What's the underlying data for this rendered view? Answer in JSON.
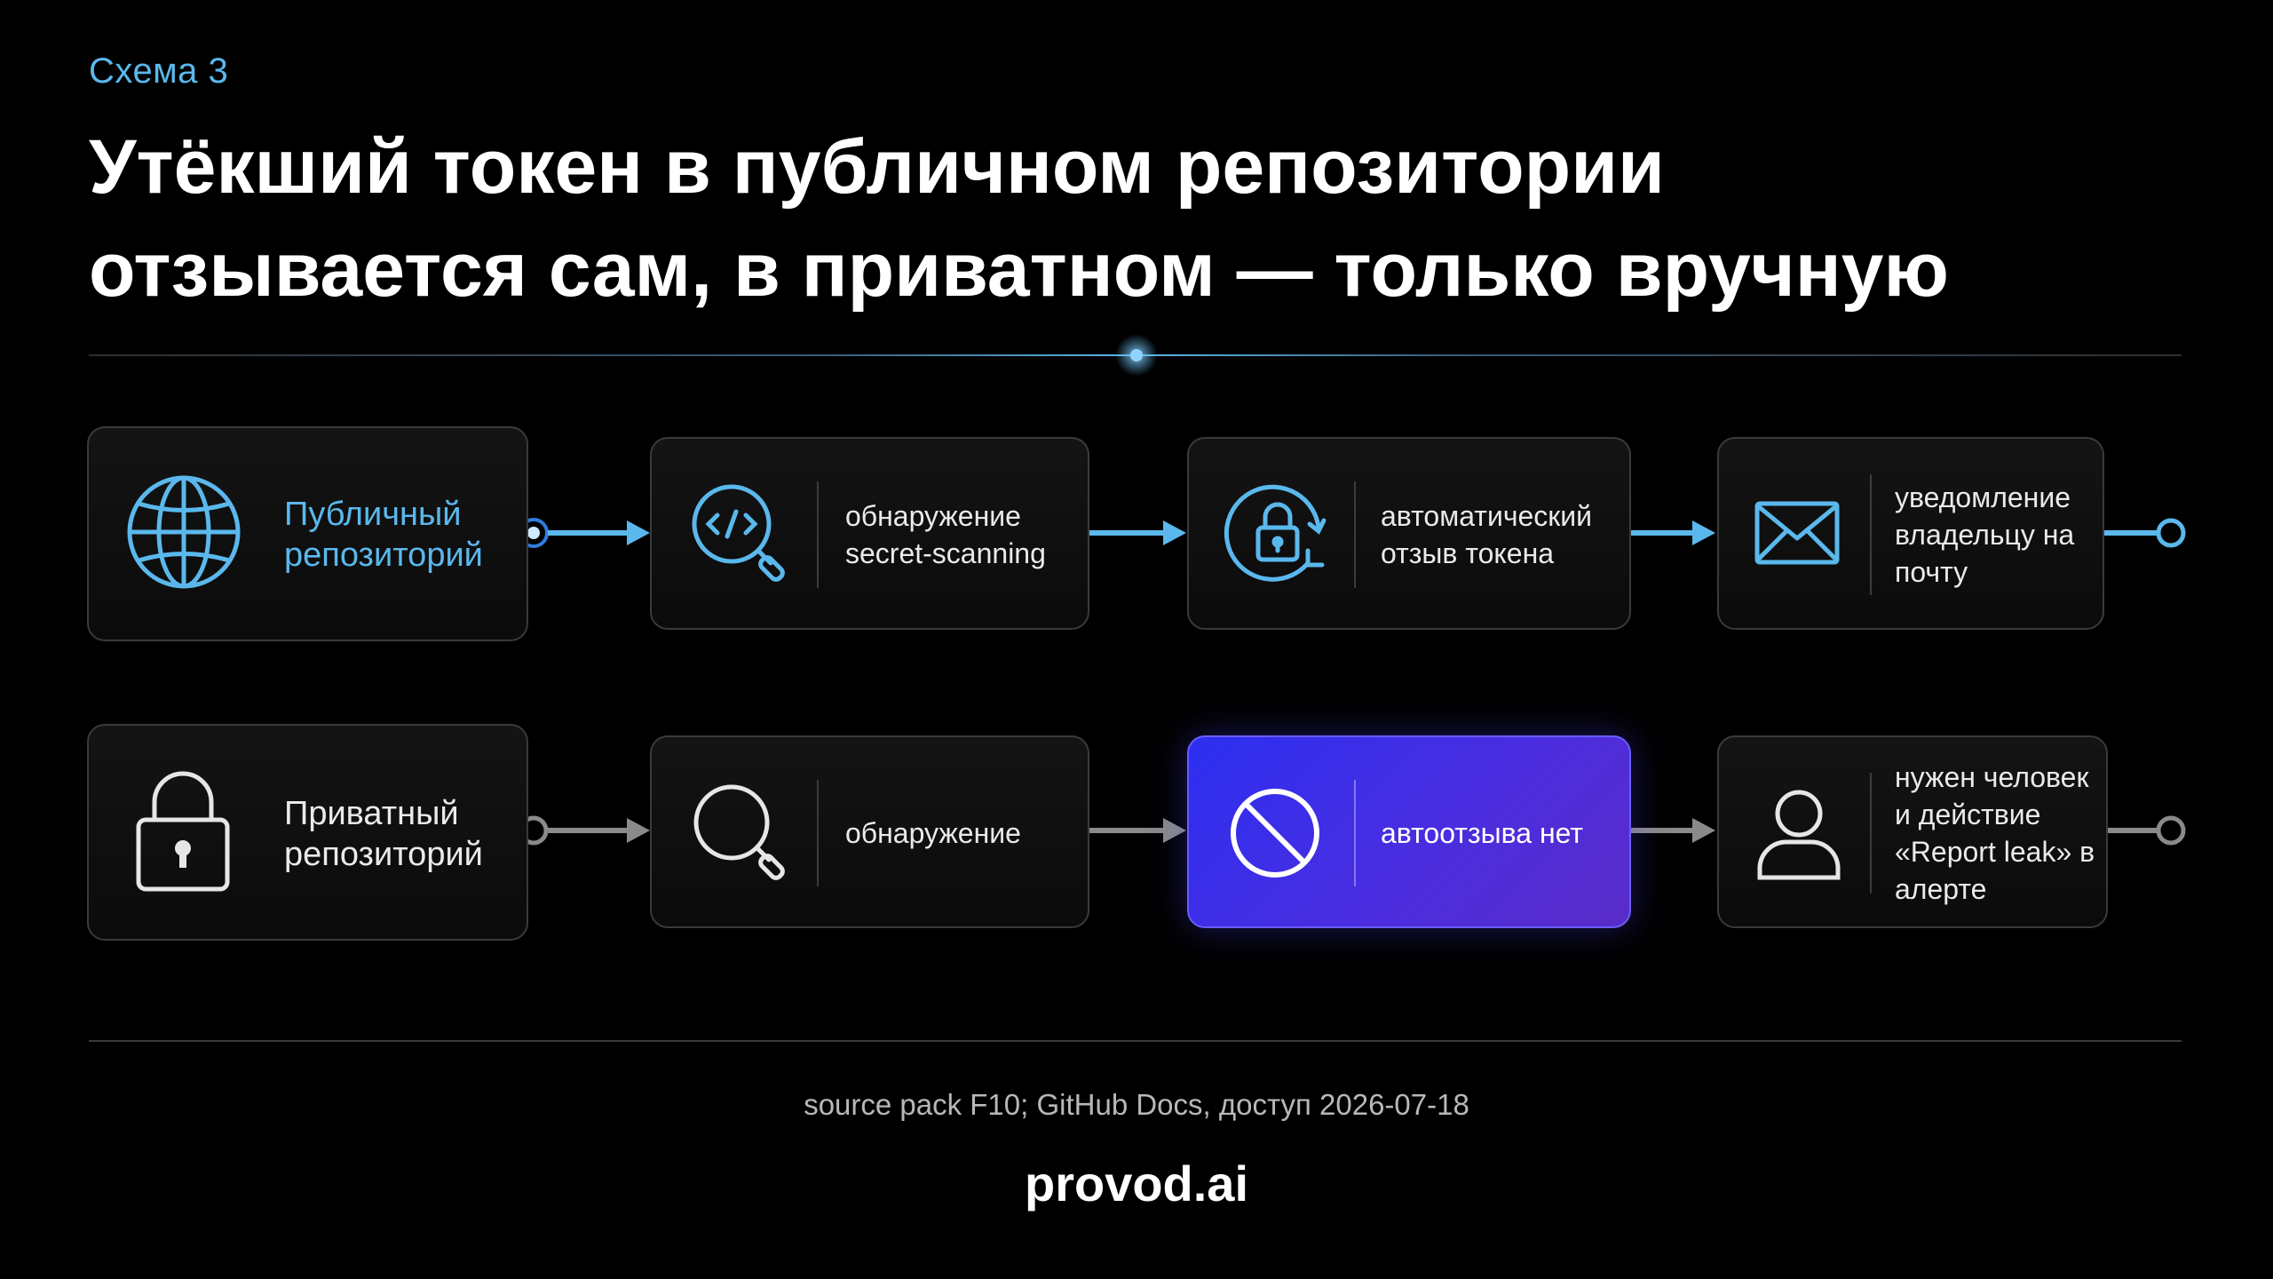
{
  "eyebrow": "Схема 3",
  "headline": {
    "line1": "Утёкший токен в публичном репозитории",
    "line2": "отзывается сам, в приватном — только вручную"
  },
  "rows": {
    "public": {
      "start_label": "Публичный репозиторий",
      "start_icon": "globe-icon",
      "steps": [
        {
          "label": "обнаружение secret-scanning",
          "icon": "code-search-icon"
        },
        {
          "label": "автоматический отзыв токена",
          "icon": "lock-refresh-icon"
        },
        {
          "label": "уведомление владельцу на почту",
          "icon": "envelope-icon"
        }
      ]
    },
    "private": {
      "start_label": "Приватный репозиторий",
      "start_icon": "padlock-icon",
      "steps": [
        {
          "label": "обнаружение",
          "icon": "search-icon"
        },
        {
          "label": "автоотзыва нет",
          "icon": "prohibited-icon",
          "highlight": true
        },
        {
          "label": "нужен человек и действие «Report leak» в алерте",
          "icon": "person-icon"
        }
      ]
    }
  },
  "footer": {
    "source": "source pack F10; GitHub Docs, доступ 2026-07-18",
    "brand": "provod.ai"
  },
  "colors": {
    "accent_blue": "#5ab8ec",
    "highlight_gradient_start": "#2c2ff0",
    "highlight_gradient_end": "#5a2cc8",
    "connector_gray": "#8a8a8a"
  }
}
